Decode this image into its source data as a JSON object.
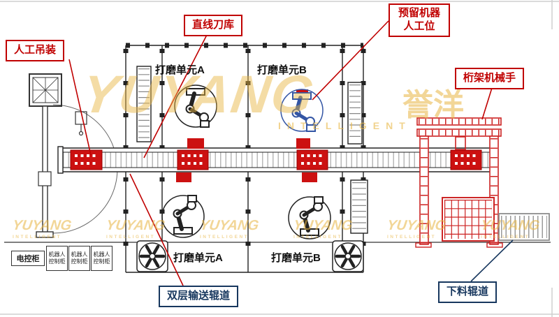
{
  "watermark": {
    "brand": "YUYANG",
    "brand_cn": "誉洋",
    "subtitle": "INTELLIGENT",
    "color": "#E7B542"
  },
  "callouts": {
    "manual_hoist": "人工吊装",
    "linear_tool_magazine": "直线刀库",
    "reserved_robot_line1": "预留机器",
    "reserved_robot_line2": "人工位",
    "truss_manipulator": "桁架机械手",
    "double_layer_conveyor": "双层输送辊道",
    "unloading_roller": "下料辊道"
  },
  "area_labels": {
    "unit_a": "打磨单元A",
    "unit_b": "打磨单元B"
  },
  "equipment": {
    "electric_cabinet": "电控柜",
    "robot_cabinet_line1": "机器人",
    "robot_cabinet_line2": "控制柜"
  },
  "colors": {
    "callout_red": "#C00000",
    "callout_navy": "#17375E",
    "line_black": "#222222",
    "machine_red": "#CC1111",
    "robot_blue": "#3355A4",
    "roller_gray": "#8A8A8A"
  }
}
